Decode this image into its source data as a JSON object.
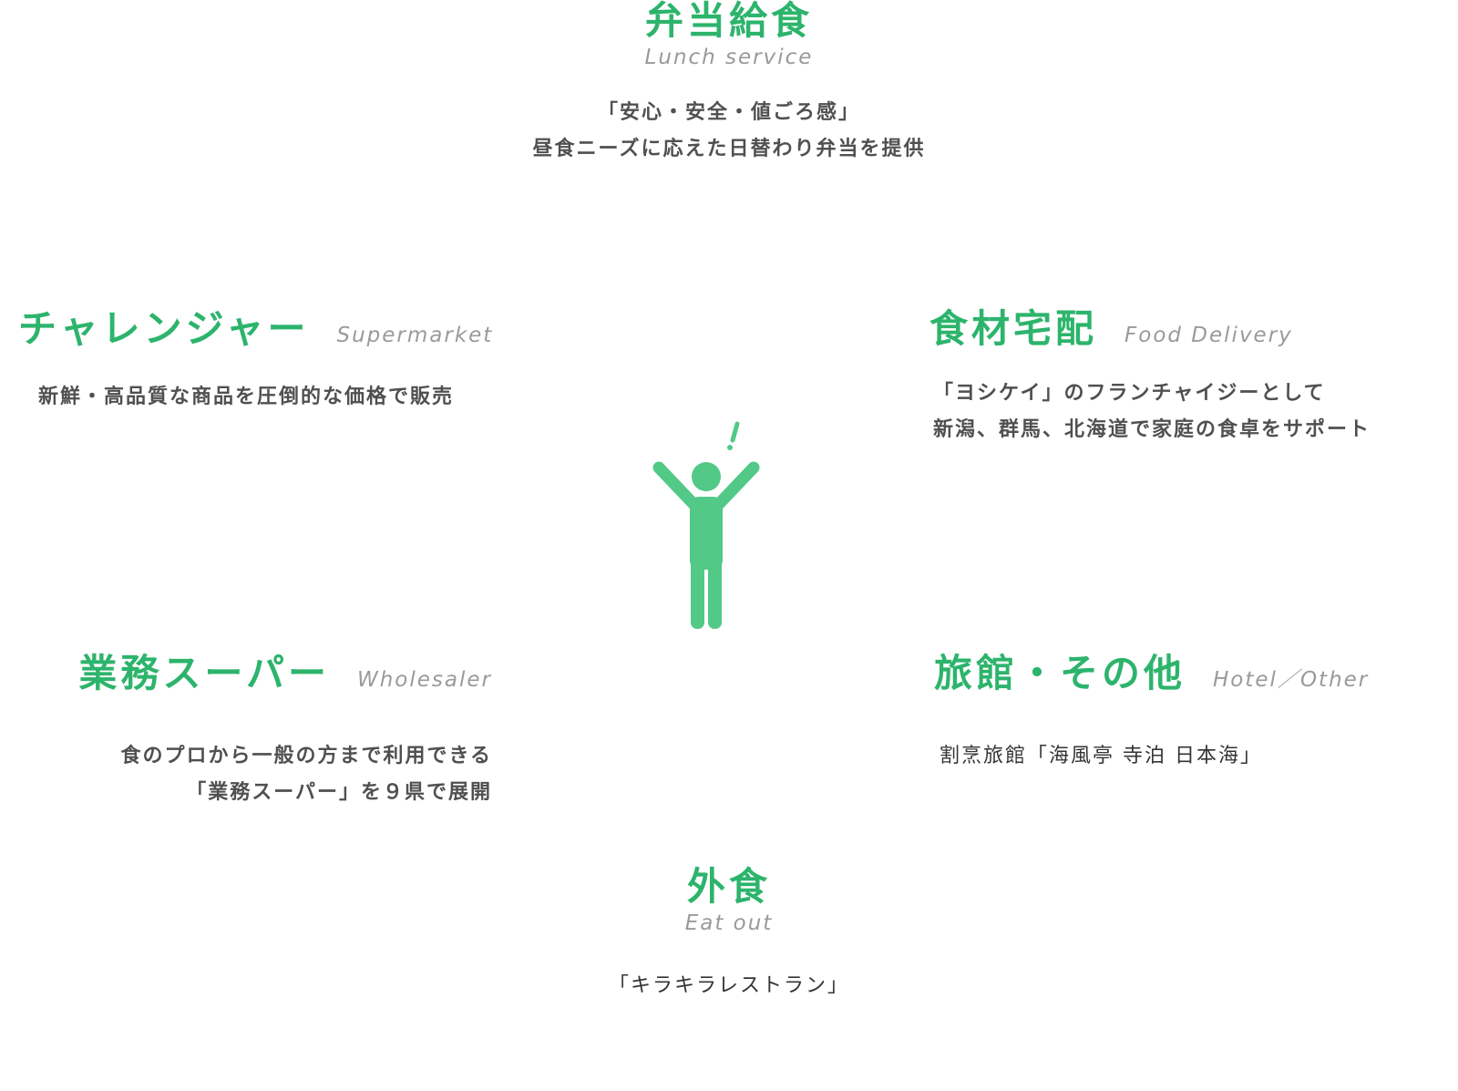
{
  "colors": {
    "accent": "#2db46c",
    "figure": "#52c987",
    "subtitle": "#9a9a9a",
    "text": "#505050"
  },
  "figure": {
    "icon": "person-raising-arms-icon"
  },
  "lunch": {
    "title": "弁当給食",
    "subtitle": "Lunch service",
    "lines": [
      "「安心・安全・値ごろ感」",
      "昼食ニーズに応えた日替わり弁当を提供"
    ]
  },
  "supermarket": {
    "title": "チャレンジャー",
    "subtitle": "Supermarket",
    "lines": [
      "新鮮・高品質な商品を圧倒的な価格で販売"
    ]
  },
  "delivery": {
    "title": "食材宅配",
    "subtitle": "Food Delivery",
    "lines": [
      "「ヨシケイ」のフランチャイジーとして",
      "新潟、群馬、北海道で家庭の食卓をサポート"
    ]
  },
  "wholesale": {
    "title": "業務スーパー",
    "subtitle": "Wholesaler",
    "lines": [
      "食のプロから一般の方まで利用できる",
      "「業務スーパー」を９県で展開"
    ]
  },
  "hotel": {
    "title": "旅館・その他",
    "subtitle": "Hotel／Other",
    "lines": [
      "割烹旅館「海風亭 寺泊 日本海」"
    ]
  },
  "eatout": {
    "title": "外食",
    "subtitle": "Eat out",
    "lines": [
      "「キラキラレストラン」"
    ]
  }
}
